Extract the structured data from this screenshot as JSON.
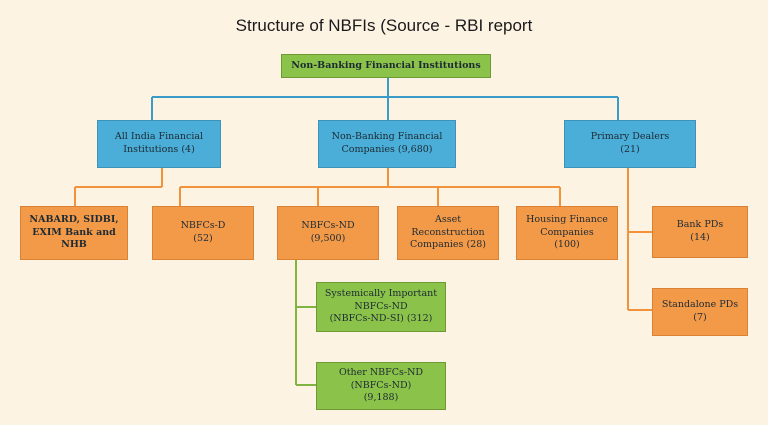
{
  "title": "Structure of NBFIs (Source - RBI report",
  "root": {
    "label": "Non-Banking Financial Institutions"
  },
  "level1": {
    "aifi": {
      "line1": "All India Financial",
      "line2": "Institutions (4)"
    },
    "nbfc": {
      "line1": "Non-Banking Financial",
      "line2": "Companies (9,680)"
    },
    "pd": {
      "line1": "Primary Dealers",
      "line2": "(21)"
    }
  },
  "level2": {
    "nabard": {
      "line1": "NABARD, SIDBI,",
      "line2": "EXIM Bank and",
      "line3": "NHB"
    },
    "nbfcs_d": {
      "line1": "NBFCs-D",
      "line2": "(52)"
    },
    "nbfcs_nd": {
      "line1": "NBFCs-ND",
      "line2": "(9,500)"
    },
    "arc": {
      "line1": "Asset",
      "line2": "Reconstruction",
      "line3": "Companies (28)"
    },
    "hfc": {
      "line1": "Housing Finance",
      "line2": "Companies",
      "line3": "(100)"
    },
    "bank_pds": {
      "line1": "Bank PDs",
      "line2": "(14)"
    },
    "standalone_pds": {
      "line1": "Standalone PDs",
      "line2": "(7)"
    }
  },
  "level3": {
    "si": {
      "line1": "Systemically Important",
      "line2": "NBFCs-ND",
      "line3": "(NBFCs-ND-SI) (312)"
    },
    "other": {
      "line1": "Other NBFCs-ND",
      "line2": "(NBFCs-ND)",
      "line3": "(9,188)"
    }
  },
  "colors": {
    "background": "#fdf3e3",
    "green": "#8bc34a",
    "blue": "#4aaed8",
    "orange": "#f39a49"
  }
}
